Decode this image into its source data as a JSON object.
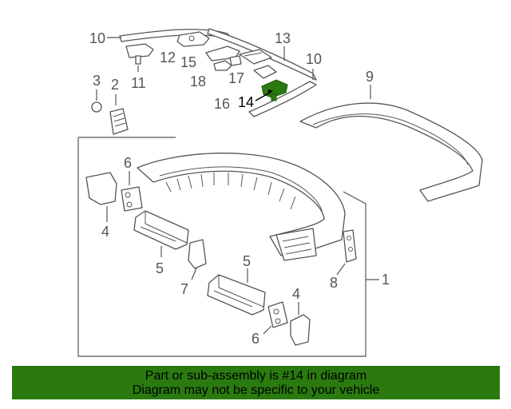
{
  "callouts": {
    "c1": "1",
    "c2": "2",
    "c3": "3",
    "c4a": "4",
    "c4b": "4",
    "c5a": "5",
    "c5b": "5",
    "c6a": "6",
    "c6b": "6",
    "c7": "7",
    "c8": "8",
    "c9": "9",
    "c10a": "10",
    "c10b": "10",
    "c11": "11",
    "c12": "12",
    "c13": "13",
    "c14": "14",
    "c15": "15",
    "c16": "16",
    "c17": "17",
    "c18": "18"
  },
  "highlight_color": "#2a7a10",
  "banner": {
    "line1": "Part or sub-assembly is #14 in diagram",
    "line2": "Diagram may not be specific to your vehicle"
  }
}
